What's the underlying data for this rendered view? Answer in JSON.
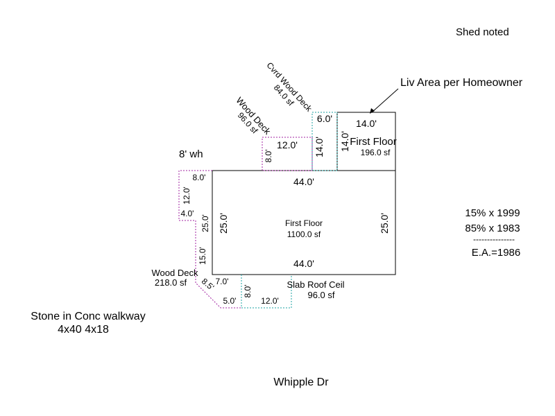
{
  "notes": {
    "shed": "Shed noted",
    "liv_area": "Liv Area per Homeowner",
    "wall_height": "8' wh",
    "walkway_line1": "Stone in Conc walkway",
    "walkway_line2": "4x40 4x18",
    "street": "Whipple Dr"
  },
  "effective_age": {
    "line1": "15% x 1999",
    "line2": "85% x 1983",
    "divider": "---------------",
    "result": "E.A.=1986"
  },
  "areas": {
    "main": {
      "name": "First Floor",
      "area": "1100.0 sf"
    },
    "upper": {
      "name": "First Floor",
      "area": "196.0 sf"
    },
    "cvrd_deck": {
      "name": "Cvrd Wood Deck",
      "area": "84.0 sf"
    },
    "deck_top": {
      "name": "Wood Deck",
      "area": "96.0 sf"
    },
    "deck_left": {
      "name": "Wood Deck",
      "area": "218.0 sf"
    },
    "slab": {
      "name": "Slab Roof Ceil",
      "area": "96.0 sf"
    }
  },
  "dims": {
    "main_top": "44.0'",
    "main_bottom": "44.0'",
    "main_left": "25.0'",
    "main_right": "25.0'",
    "upper_top": "14.0'",
    "upper_side": "14.0'",
    "cvrd_top": "6.0'",
    "cvrd_side": "14.0'",
    "deck_top_w": "12.0'",
    "deck_top_h": "8.0'",
    "dl_top": "8.0'",
    "dl_12": "12.0'",
    "dl_4": "4.0'",
    "dl_25": "25.0'",
    "dl_15": "15.0'",
    "dl_85": "8.5'",
    "dl_5": "5.0'",
    "dl_7": "7.0'",
    "slab_h": "8.0'",
    "slab_w": "12.0'"
  }
}
